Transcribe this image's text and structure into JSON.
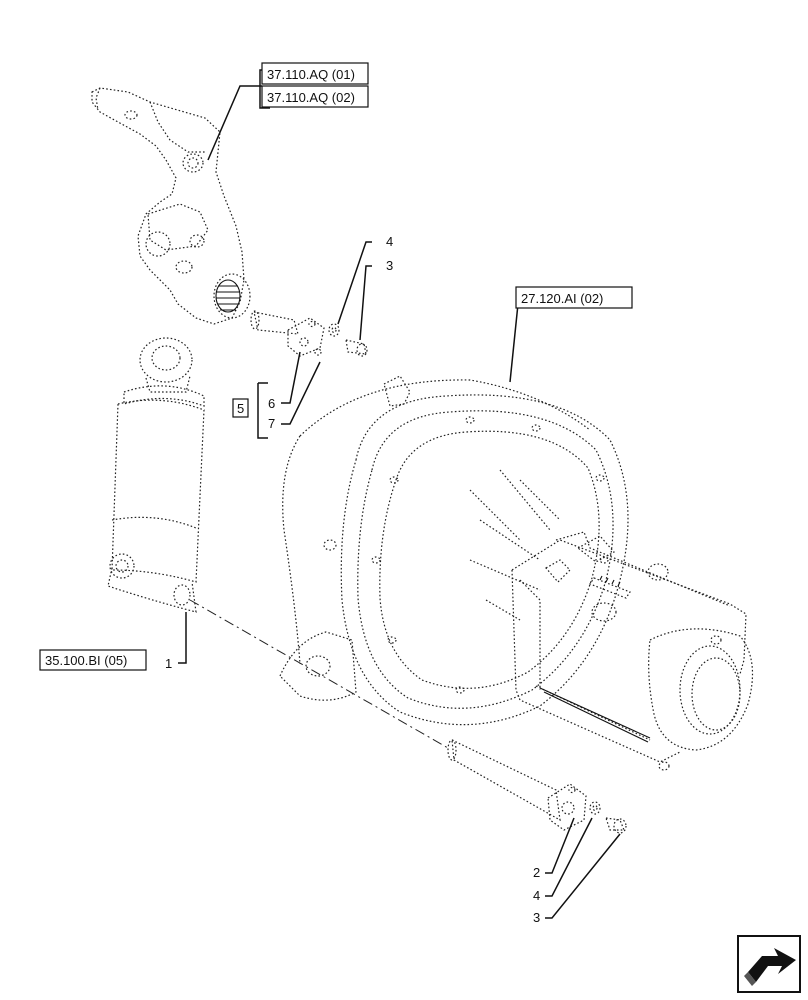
{
  "references": {
    "ref_arm_1": "37.110.AQ (01)",
    "ref_arm_2": "37.110.AQ (02)",
    "ref_axle": "27.120.AI (02)",
    "ref_cylinder": "35.100.BI (05)"
  },
  "callouts": {
    "c1": "1",
    "c2": "2",
    "c3_top": "3",
    "c3_bottom": "3",
    "c4_top": "4",
    "c4_bottom": "4",
    "c5": "5",
    "c6": "6",
    "c7": "7"
  },
  "icons": {
    "nav_icon": "next-page-arrow-icon"
  }
}
